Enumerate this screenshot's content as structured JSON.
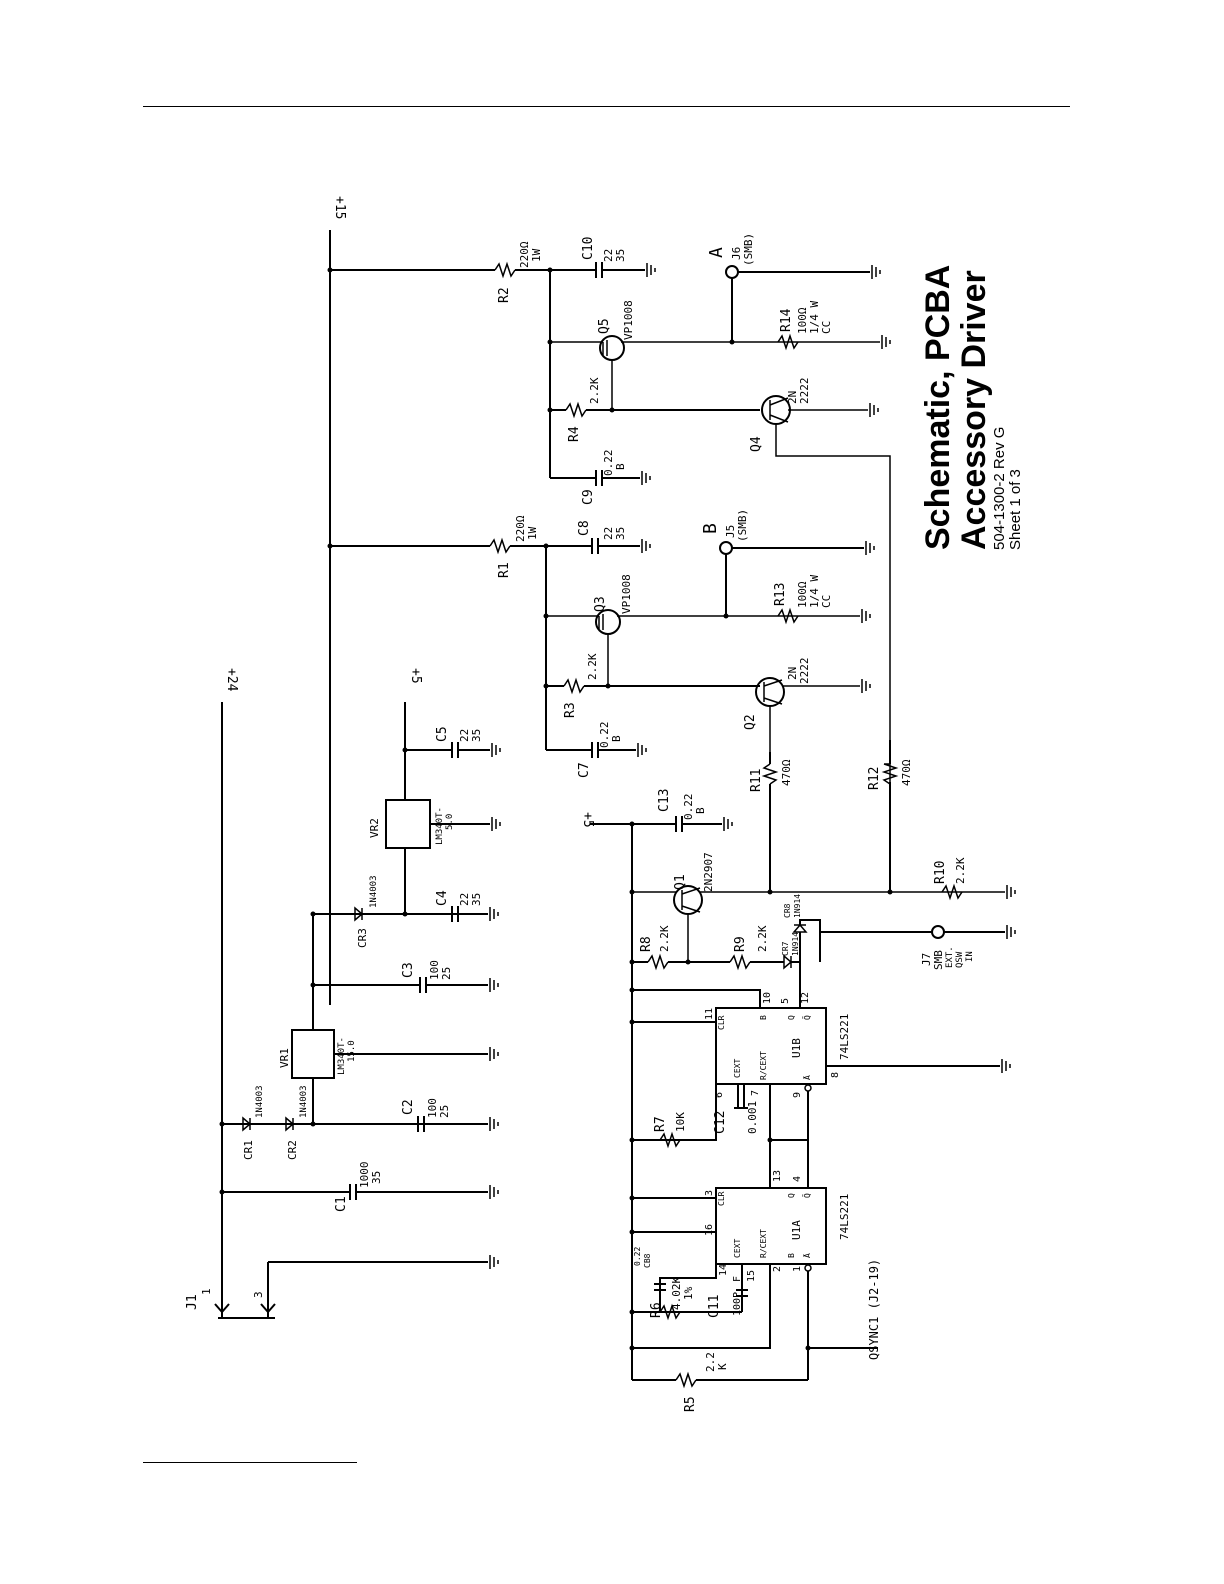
{
  "title": {
    "line1": "Schematic, PCBA",
    "line2": "Accessory Driver",
    "doc": "504-1300-2  Rev G",
    "sheet": "Sheet 1 of 3"
  },
  "rails": {
    "p15": "+15",
    "p24": "+24",
    "p5a": "+5",
    "p5b": "+5"
  },
  "connectors": {
    "j1": "J1",
    "j1_pin1": "1",
    "j1_pin3": "3",
    "j6": "J6",
    "j6_type": "(SMB)",
    "j6_sig": "A",
    "j5": "J5",
    "j5_type": "(SMB)",
    "j5_sig": "B",
    "j7": "J7",
    "j7_type": "SMB",
    "j7_note1": "EXT.",
    "j7_note2": "QSW",
    "j7_note3": "IN",
    "qsync": "QSYNC1  (J2-19)"
  },
  "resistors": {
    "r1": "R1",
    "r1_val": "220Ω",
    "r1_w": "1W",
    "r2": "R2",
    "r2_val": "220Ω",
    "r2_w": "1W",
    "r3": "R3",
    "r3_val": "2.2K",
    "r4": "R4",
    "r4_val": "2.2K",
    "r5": "R5",
    "r5_val1": "2.2",
    "r5_val2": "K",
    "r6": "R6",
    "r6_val": "4.02K",
    "r6_tol": "1%",
    "r7": "R7",
    "r7_val": "10K",
    "r8": "R8",
    "r8_val": "2.2K",
    "r9": "R9",
    "r9_val": "2.2K",
    "r10": "R10",
    "r10_val": "2.2K",
    "r11": "R11",
    "r11_val": "470Ω",
    "r12": "R12",
    "r12_val": "470Ω",
    "r13": "R13",
    "r13_val": "100Ω",
    "r13_w": "1/4 W",
    "r13_t": "CC",
    "r14": "R14",
    "r14_val": "100Ω",
    "r14_w": "1/4 W",
    "r14_t": "CC"
  },
  "capacitors": {
    "c1": "C1",
    "c1_v1": "1000",
    "c1_v2": "35",
    "c2": "C2",
    "c2_v1": "100",
    "c2_v2": "25",
    "c3": "C3",
    "c3_v1": "100",
    "c3_v2": "25",
    "c4": "C4",
    "c4_v1": "22",
    "c4_v2": "35",
    "c5": "C5",
    "c5_v1": "22",
    "c5_v2": "35",
    "c7": "C7",
    "c7_v1": "0.22",
    "c7_v2": "B",
    "c8": "C8",
    "c8_v1": "22",
    "c8_v2": "35",
    "c9": "C9",
    "c9_v1": "0.22",
    "c9_v2": "B",
    "c10": "C10",
    "c10_v1": "22",
    "c10_v2": "35",
    "c11": "C11",
    "c11_v1": "100P",
    "c11_v2": "F",
    "c12": "C12",
    "c12_v1": "0.001",
    "c13": "C13",
    "c13_v1": "0.22",
    "c13_v2": "B",
    "cb8": "CB8",
    "cb8_v": "0.22"
  },
  "diodes": {
    "cr1": "CR1",
    "cr1_t": "1N4003",
    "cr2": "CR2",
    "cr2_t": "1N4003",
    "cr3": "CR3",
    "cr3_t": "1N4003",
    "cr7": "CR7",
    "cr7_t": "1N914",
    "cr8": "CR8",
    "cr8_t": "1N914"
  },
  "regulators": {
    "vr1": "VR1",
    "vr1_t1": "LM340T-",
    "vr1_t2": "15.0",
    "vr2": "VR2",
    "vr2_t1": "LM340T-",
    "vr2_t2": "5.0"
  },
  "transistors": {
    "q1": "Q1",
    "q1_t": "2N2907",
    "q2": "Q2",
    "q2_t1": "2N",
    "q2_t2": "2222",
    "q3": "Q3",
    "q3_t": "VP1008",
    "q4": "Q4",
    "q4_t1": "2N",
    "q4_t2": "2222",
    "q5": "Q5",
    "q5_t": "VP1008"
  },
  "ics": {
    "u1a": "U1A",
    "u1b": "U1B",
    "part": "74LS221",
    "clr": "CLR",
    "cext": "CEXT",
    "rcext": "R/CEXT",
    "q": "Q",
    "qbar": "Q̄",
    "a": "Ā",
    "b": "B",
    "u1a_pins": [
      "3",
      "16",
      "14",
      "15",
      "2",
      "1",
      "13",
      "4"
    ],
    "u1b_pins": [
      "11",
      "10",
      "6",
      "7",
      "9",
      "8",
      "5",
      "12"
    ]
  }
}
